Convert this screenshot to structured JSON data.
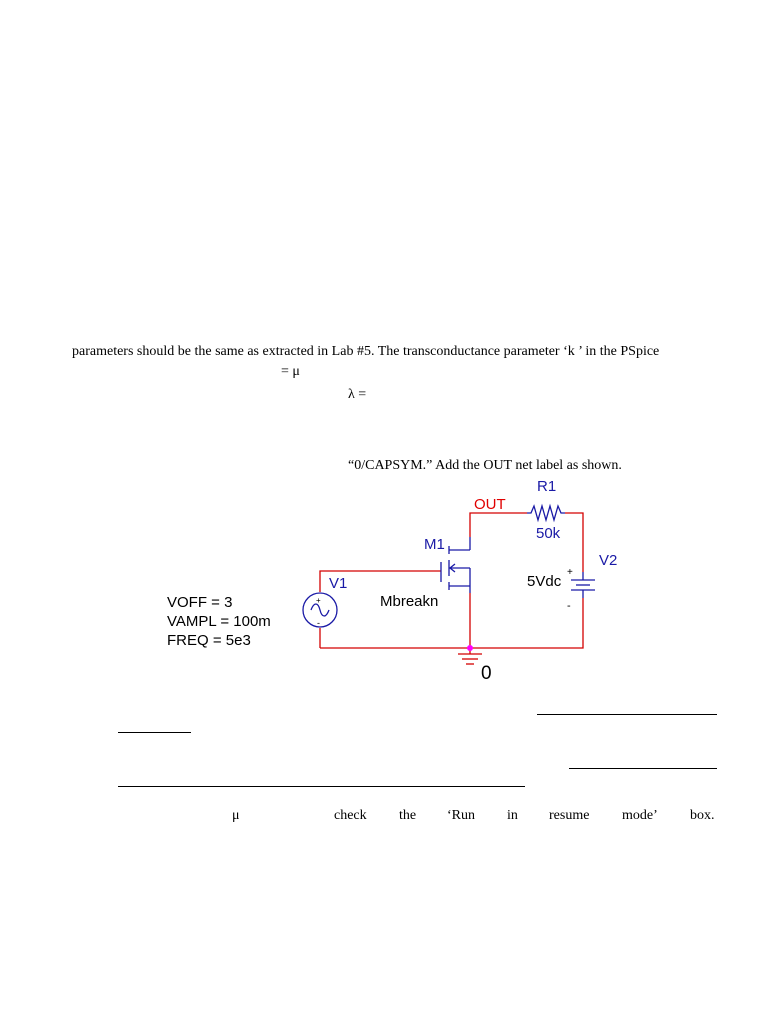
{
  "document": {
    "line1": "parameters should be the same as extracted in Lab #5.  The transconductance parameter ‘k  ’ in the PSpice",
    "line2": "= μ",
    "line3": "λ =",
    "line4": "“0/CAPSYM.”  Add the OUT net label as shown.",
    "last_line_words": [
      "μ",
      "check",
      "the",
      "‘Run",
      "in",
      "resume",
      "mode’",
      "box."
    ]
  },
  "schematic": {
    "net_label": "OUT",
    "resistor_ref": "R1",
    "resistor_value": "50k",
    "mosfet_ref": "M1",
    "mosfet_model": "Mbreakn",
    "source_ref": "V1",
    "source_params": [
      "VOFF = 3",
      "VAMPL = 100m",
      "FREQ = 5e3"
    ],
    "dc_ref": "V2",
    "dc_value": "5Vdc",
    "dc_plus": "+",
    "dc_minus": "-",
    "ac_plus": "+",
    "ac_minus": "-",
    "ground_label": "0",
    "colors": {
      "wire": "#d40000",
      "component": "#1a1aa6",
      "junction": "#ff00ff",
      "text": "#000000"
    }
  }
}
